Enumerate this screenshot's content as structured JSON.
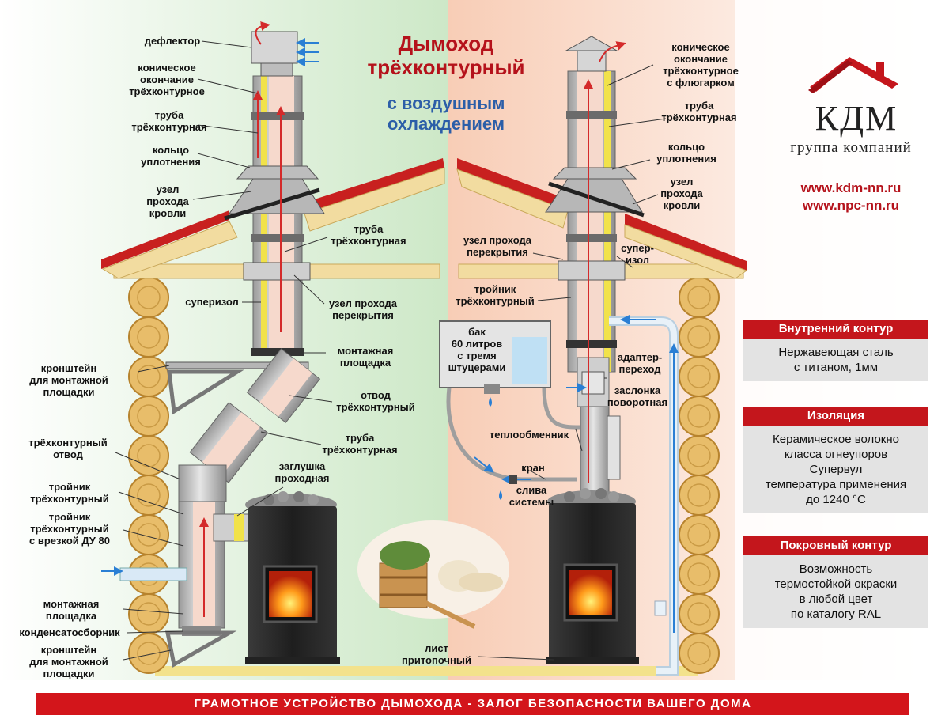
{
  "title": {
    "main": "Дымоход\nтрёхконтурный",
    "sub": "с воздушным\nохлаждением"
  },
  "brand": {
    "name": "КДМ",
    "tagline": "группа компаний",
    "urls": [
      "www.kdm-nn.ru",
      "www.npc-nn.ru"
    ],
    "red": "#c4161c"
  },
  "left_labels": [
    "дефлектор",
    "коническое\nокончание\nтрёхконтурное",
    "труба\nтрёхконтурная",
    "кольцо\nуплотнения",
    "узел\nпрохода\nкровли",
    "труба\nтрёхконтурная",
    "суперизол",
    "узел прохода\nперекрытия",
    "монтажная\nплощадка",
    "кронштейн\nдля монтажной\nплощадки",
    "отвод\nтрёхконтурный",
    "трёхконтурный\nотвод",
    "труба\nтрёхконтурная",
    "заглушка\nпроходная",
    "тройник\nтрёхконтурный",
    "тройник\nтрёхконтурный\nс врезкой ДУ 80",
    "монтажная\nплощадка",
    "конденсатосборник",
    "кронштейн\nдля монтажной\nплощадки",
    "лист\nпритопочный"
  ],
  "right_labels": [
    "коническое\nокончание\nтрёхконтурное\nс флюгарком",
    "труба\nтрёхконтурная",
    "кольцо\nуплотнения",
    "узел\nпрохода\nкровли",
    "узел прохода\nперекрытия",
    "супер-\nизол",
    "тройник\nтрёхконтурный",
    "бак\n60 литров\nс тремя\nштуцерами",
    "адаптер-\nпереход",
    "заслонка\nповоротная",
    "теплообменник",
    "кран",
    "слива\nсистемы"
  ],
  "info_boxes": [
    {
      "header": "Внутренний контур",
      "body": "Нержавеющая сталь\nс титаном, 1мм"
    },
    {
      "header": "Изоляция",
      "body": "Керамическое волокно\nкласса огнеупоров\nСупервул\nтемпература применения\nдо 1240 °С"
    },
    {
      "header": "Покровный контур",
      "body": "Возможность\nтермостойкой окраски\nв любой цвет\nпо каталогу RAL"
    }
  ],
  "banner": "ГРАМОТНОЕ УСТРОЙСТВО ДЫМОХОДА - ЗАЛОГ БЕЗОПАСНОСТИ ВАШЕГО ДОМА",
  "colors": {
    "left_bg": "#dff0da",
    "right_bg": "#fbe3d6",
    "pipe": "#c9c9c9",
    "pipe_inner": "#f6d9cc",
    "insulation": "#f1e24a",
    "roof": "#c8201f",
    "beam": "#f2dca0",
    "log": "#e8bd6a",
    "flow_in": "#2a7fd4",
    "flow_out": "#d42a2a"
  }
}
